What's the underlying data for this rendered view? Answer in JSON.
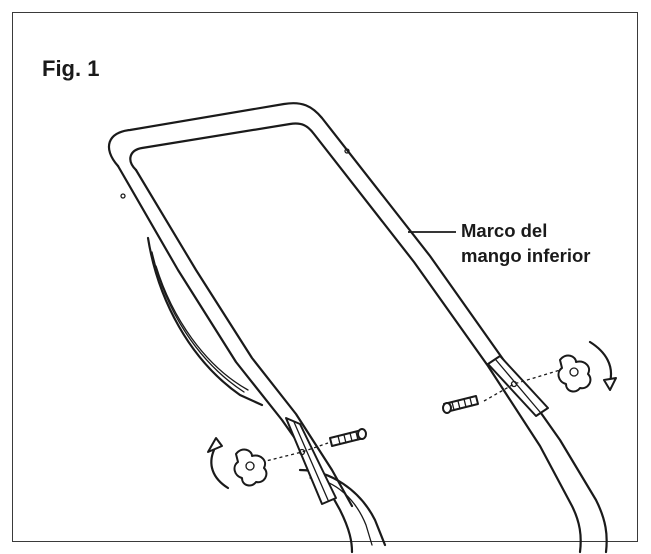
{
  "figure": {
    "label": "Fig. 1"
  },
  "callout": {
    "line1": "Marco del",
    "line2": "mango inferior"
  }
}
